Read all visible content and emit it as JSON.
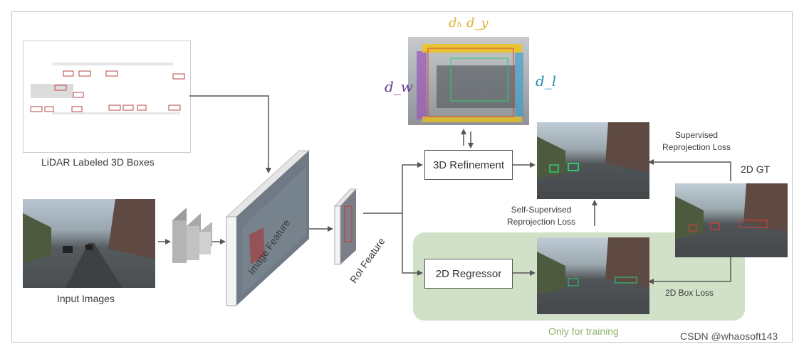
{
  "labels": {
    "lidar": "LiDAR Labeled 3D Boxes",
    "input_images": "Input Images",
    "image_feature": "Image Feature",
    "roi_feature": "RoI Feature",
    "refinement": "3D Refinement",
    "regressor": "2D Regressor",
    "self_supervised": "Self-Supervised\nReprojection Loss",
    "supervised": "Supervised\nReprojection Loss",
    "gt": "2D GT",
    "box_loss": "2D Box Loss",
    "only_training": "Only for training",
    "watermark": "CSDN @whaosoft143"
  },
  "math": {
    "dh_dy": "dₕ  d_y",
    "dw": "d_w",
    "dl": "d_l"
  },
  "colors": {
    "training_bg": "#c9dcbd",
    "dh_dy": "#e0b030",
    "dw": "#6a3d8f",
    "dl": "#2a8fb8",
    "only_training_text": "#8fb36a"
  }
}
